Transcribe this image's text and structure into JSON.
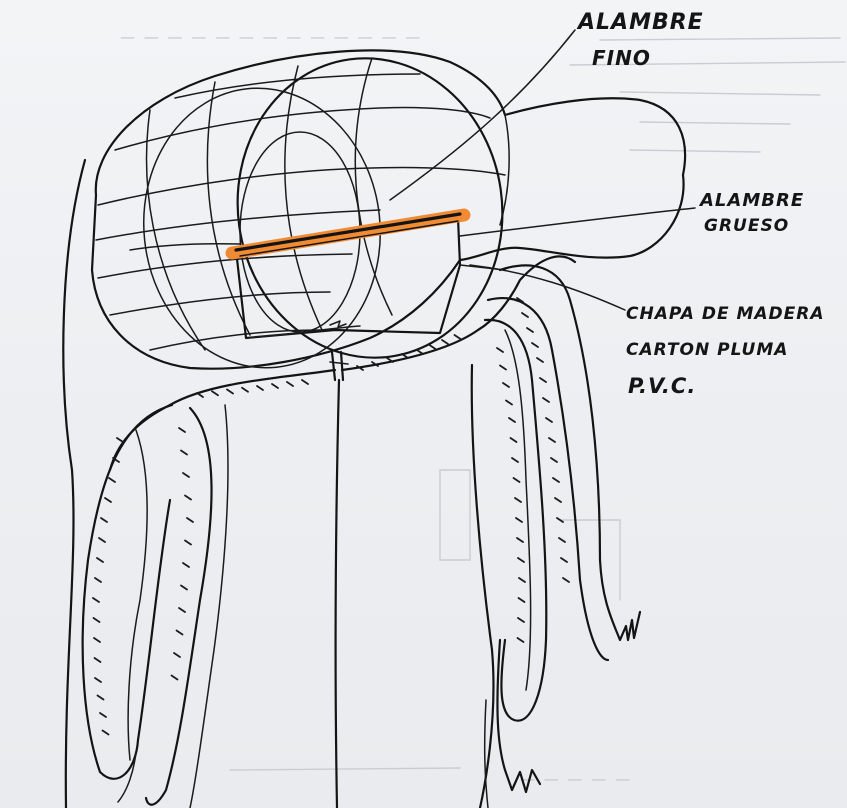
{
  "labels": {
    "thin_wire_line1": "ALAMBRE",
    "thin_wire_line2": "FINO",
    "thick_wire_line1": "ALAMBRE",
    "thick_wire_line2": "GRUESO",
    "board_line1": "CHAPA DE MADERA",
    "board_line2": "CARTON PLUMA",
    "board_line3": "P.V.C."
  },
  "colors": {
    "ink": "#141414",
    "thick_wire_highlight": "#f08a33",
    "paper": "#eef0f2"
  }
}
